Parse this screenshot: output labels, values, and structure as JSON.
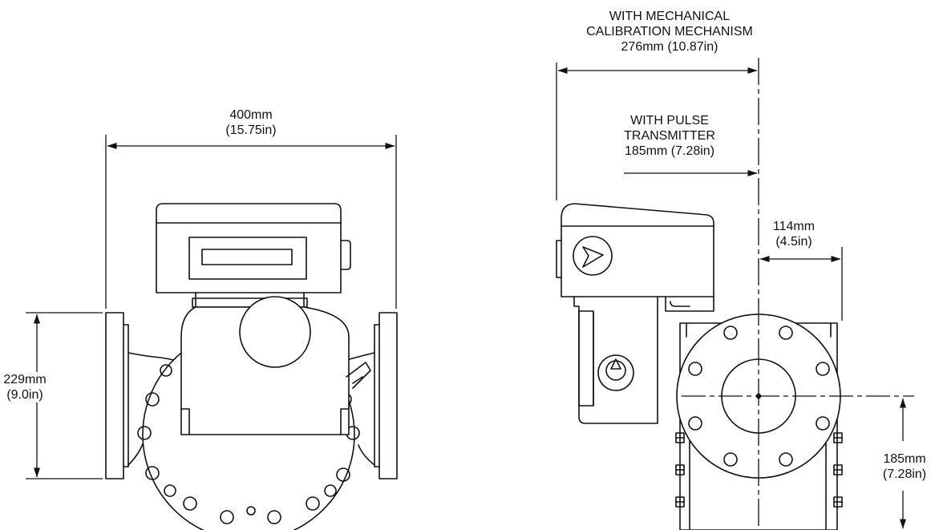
{
  "dimensions": {
    "overall_width": {
      "line1": "400mm",
      "line2": "(15.75in)"
    },
    "flange_height": {
      "line1": "229mm",
      "line2": "(9.0in)"
    },
    "mechanical_calibration": {
      "line1": "WITH MECHANICAL",
      "line2": "CALIBRATION MECHANISM",
      "line3": "276mm (10.87in)"
    },
    "pulse_transmitter": {
      "line1": "WITH PULSE",
      "line2": "TRANSMITTER",
      "line3": "185mm (7.28in)"
    },
    "side_offset": {
      "line1": "114mm",
      "line2": "(4.5in)"
    },
    "centerline_height": {
      "line1": "185mm",
      "line2": "(7.28in)"
    }
  },
  "colors": {
    "line": "#111111",
    "background": "#ffffff"
  }
}
